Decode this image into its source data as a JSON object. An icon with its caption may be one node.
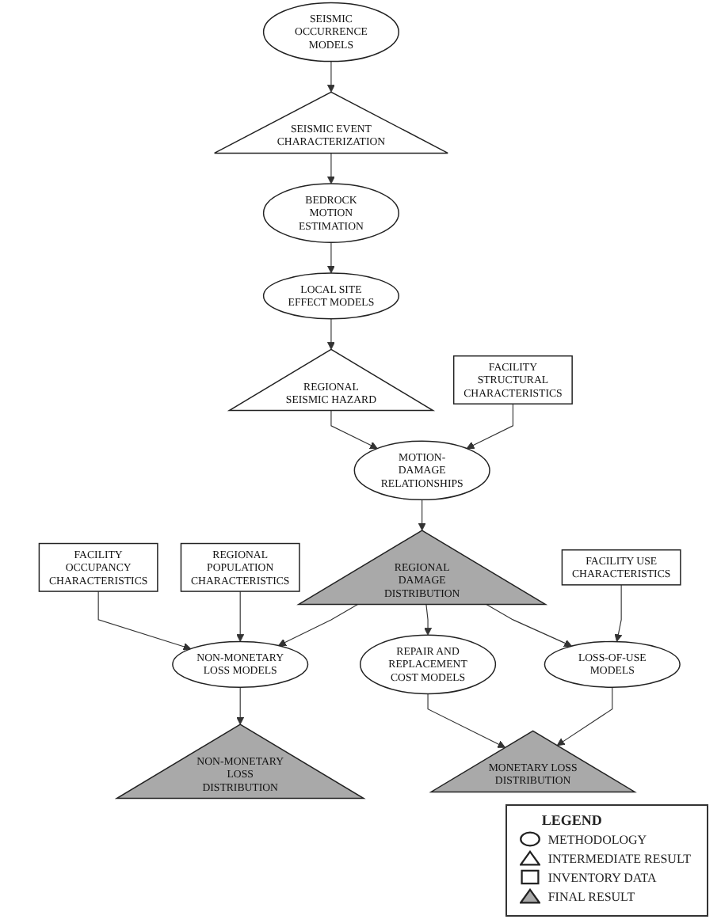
{
  "diagram": {
    "nodes": [
      {
        "text": [
          "SEISMIC OCCURRENCE MODELS"
        ]
      },
      {
        "text": [
          "SEISMIC EVENT CHARACTERIZATION"
        ]
      },
      {
        "text": [
          "BEDROCK MOTION ESTIMATION"
        ]
      },
      {
        "text": [
          "LOCAL SITE EFFECT MODELS"
        ]
      },
      {
        "text": [
          "REGIONAL SEISMIC HAZARD"
        ]
      },
      {
        "text": [
          "FACILITY STRUCTURAL CHARACTERISTICS"
        ]
      },
      {
        "text": [
          "MOTION-DAMAGE RELATIONSHIPS"
        ]
      },
      {
        "text": [
          "REGIONAL DAMAGE DISTRIBUTION"
        ]
      },
      {
        "text": [
          "FACILITY OCCUPANCY CHARACTERISTICS"
        ]
      },
      {
        "text": [
          "REGIONAL POPULATION CHARACTERISTICS"
        ]
      },
      {
        "text": [
          "FACILITY USE CHARACTERISTICS"
        ]
      },
      {
        "text": [
          "NON-MONETARY LOSS MODELS"
        ]
      },
      {
        "text": [
          "REPAIR AND REPLACEMENT COST MODELS"
        ]
      },
      {
        "text": [
          "LOSS-OF-USE MODELS"
        ]
      },
      {
        "text": [
          "NON-MONETARY LOSS DISTRIBUTION"
        ]
      },
      {
        "text": [
          "MONETARY LOSS DISTRIBUTION"
        ]
      }
    ],
    "edges": [
      {
        "from": 0,
        "to": 1,
        "arrow": "to"
      },
      {
        "from": 1,
        "to": 2,
        "arrow": "to"
      },
      {
        "from": 2,
        "to": 3,
        "arrow": "to"
      },
      {
        "from": 3,
        "to": 4,
        "arrow": "to"
      },
      {
        "from": 4,
        "to": 6,
        "arrow": "to"
      },
      {
        "from": 5,
        "to": 6,
        "arrow": "to"
      },
      {
        "from": 6,
        "to": 7,
        "arrow": "to"
      },
      {
        "from": 8,
        "to": 11,
        "arrow": "to"
      },
      {
        "from": 9,
        "to": 11,
        "arrow": "to"
      },
      {
        "from": 7,
        "to": 11,
        "arrow": "to"
      },
      {
        "from": 7,
        "to": 12,
        "arrow": "to"
      },
      {
        "from": 7,
        "to": 13,
        "arrow": "to"
      },
      {
        "from": 10,
        "to": 13,
        "arrow": "to"
      },
      {
        "from": 11,
        "to": 14,
        "arrow": "to"
      },
      {
        "from": 12,
        "to": 15,
        "arrow": "to"
      },
      {
        "from": 13,
        "to": 15,
        "arrow": "to"
      }
    ],
    "labels": [
      "LEGEND"
    ],
    "legend": [
      {
        "text": "METHODOLOGY"
      },
      {
        "text": "INTERMEDIATE RESULT"
      },
      {
        "text": "INVENTORY DATA"
      },
      {
        "text": "FINAL RESULT"
      }
    ]
  }
}
